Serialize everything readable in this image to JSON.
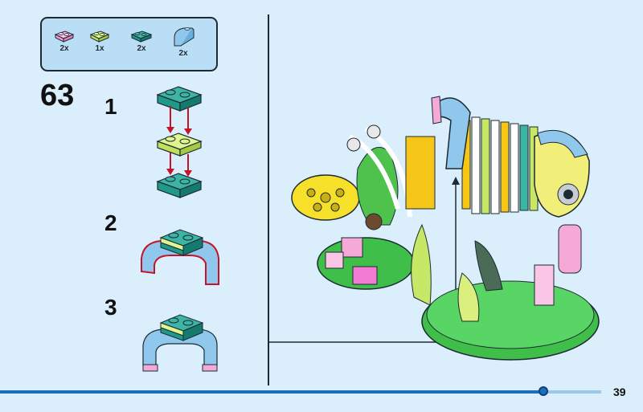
{
  "parts": [
    {
      "name": "pink-plate-1x2",
      "qty": "2x",
      "color": "#f5a9d6"
    },
    {
      "name": "lime-plate-1x2",
      "qty": "1x",
      "color": "#c6e866"
    },
    {
      "name": "teal-plate-1x2",
      "qty": "2x",
      "color": "#1f9a8a"
    },
    {
      "name": "light-blue-curved-brick",
      "qty": "2x",
      "color": "#8fc8ec"
    }
  ],
  "step": {
    "number": "63"
  },
  "substeps": [
    {
      "label": "1"
    },
    {
      "label": "2"
    },
    {
      "label": "3"
    }
  ],
  "page": {
    "number": "39",
    "progress": 0.9
  },
  "colors": {
    "background": "#dbeefb",
    "parts_box": "#b9def6",
    "arrow": "#c4142a",
    "progress": "#1a6fc1"
  }
}
